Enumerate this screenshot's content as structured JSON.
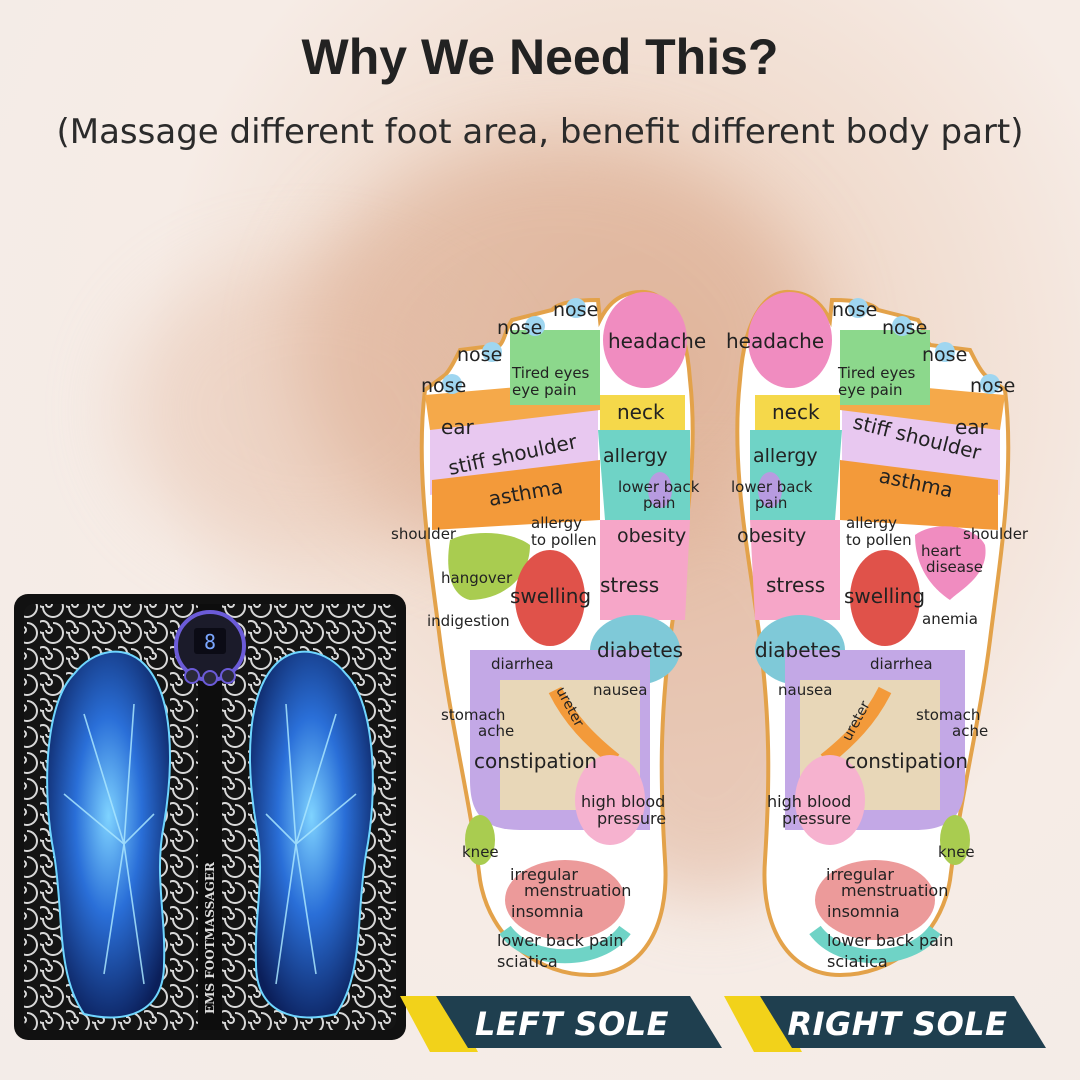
{
  "header": {
    "title": "Why We Need This?",
    "subtitle": "(Massage different foot area, benefit different body part)"
  },
  "product": {
    "device_brand": "EMS FOOTMASSAGER",
    "display_digit": "8"
  },
  "labels": {
    "left_sole": "LEFT SOLE",
    "right_sole": "RIGHT SOLE"
  },
  "zones": {
    "nose": "nose",
    "headache": "headache",
    "tired_eyes": "Tired eyes",
    "eye_pain": "eye pain",
    "ear": "ear",
    "neck": "neck",
    "stiff_shoulder": "stiff shoulder",
    "allergy": "allergy",
    "asthma": "asthma",
    "lower_back": "lower back",
    "pain": "pain",
    "shoulder": "shoulder",
    "allergy_short": "allergy",
    "to_pollen": "to pollen",
    "obesity": "obesity",
    "hangover": "hangover",
    "heart": "heart",
    "disease": "disease",
    "swelling": "swelling",
    "stress": "stress",
    "indigestion": "indigestion",
    "anemia": "anemia",
    "diarrhea": "diarrhea",
    "diabetes": "diabetes",
    "nausea": "nausea",
    "ureter": "ureter",
    "stomach": "stomach",
    "ache": "ache",
    "constipation": "constipation",
    "high_blood": "high blood",
    "pressure": "pressure",
    "knee": "knee",
    "irregular": "irregular",
    "menstruation": "menstruation",
    "insomnia": "insomnia",
    "lower_back_pain": "lower back pain",
    "sciatica": "sciatica"
  },
  "colors": {
    "banner_dark": "#1f3f4f",
    "banner_accent": "#f2d21a",
    "sole_outline": "#e3a24a",
    "pink": "#f08cc0",
    "teal": "#6fd3c6",
    "orange": "#f39a3a",
    "purple": "#b79be0",
    "red": "#e0524a",
    "green": "#8cc84b",
    "tan": "#e8d7b8"
  }
}
